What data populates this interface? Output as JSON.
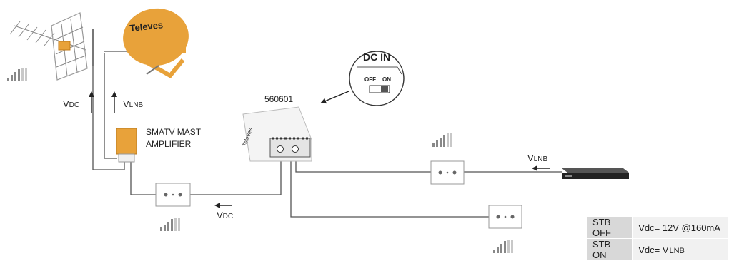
{
  "colors": {
    "cable": "#555555",
    "dish": "#e8a23a",
    "amplifier": "#e8a23a",
    "housing": "#f3f3f3",
    "legend_key_bg": "#d8d8d8",
    "legend_value_bg": "#f1f1f1"
  },
  "dish": {
    "brand": "Televes"
  },
  "labels": {
    "vdc_main": "V",
    "vdc_main_sub": "DC",
    "vlnb_top": "V",
    "vlnb_top_sub": "LNB",
    "vdc_lower": "V",
    "vdc_lower_sub": "DC",
    "vlnb_right": "V",
    "vlnb_right_sub": "LNB",
    "amplifier_line1": "SMATV MAST",
    "amplifier_line2": "AMPLIFIER",
    "psu_model": "560601",
    "psu_brand": "Televes"
  },
  "switch_callout": {
    "title": "DC IN",
    "off_label": "OFF",
    "on_label": "ON"
  },
  "legend": {
    "rows": [
      {
        "key": "STB OFF",
        "value": "Vdc= 12V @160mA",
        "value_sub": ""
      },
      {
        "key": "STB ON",
        "value": "Vdc= V",
        "value_sub": "LNB"
      }
    ]
  },
  "icons": {
    "antenna": "terrestrial-antenna-icon",
    "dish": "satellite-dish-icon",
    "signal": "signal-strength-icon",
    "set_top_box": "set-top-box-icon",
    "wall_outlet": "wall-outlet-icon"
  }
}
